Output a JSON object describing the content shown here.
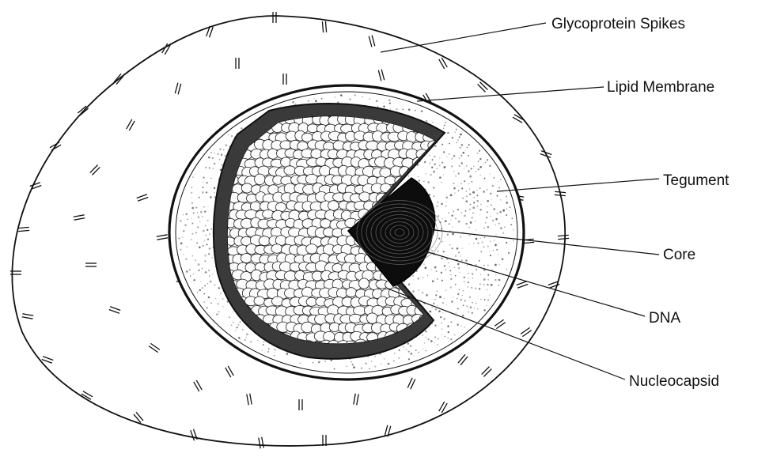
{
  "labels": {
    "glycoprotein_spikes": "Glycoprotein Spikes",
    "lipid_membrane": "Lipid Membrane",
    "tegument": "Tegument",
    "core": "Core",
    "dna": "DNA",
    "nucleocapsid": "Nucleocapsid"
  },
  "colors": {
    "ink": "#111111",
    "stipple": "#444444",
    "background": "#ffffff"
  }
}
